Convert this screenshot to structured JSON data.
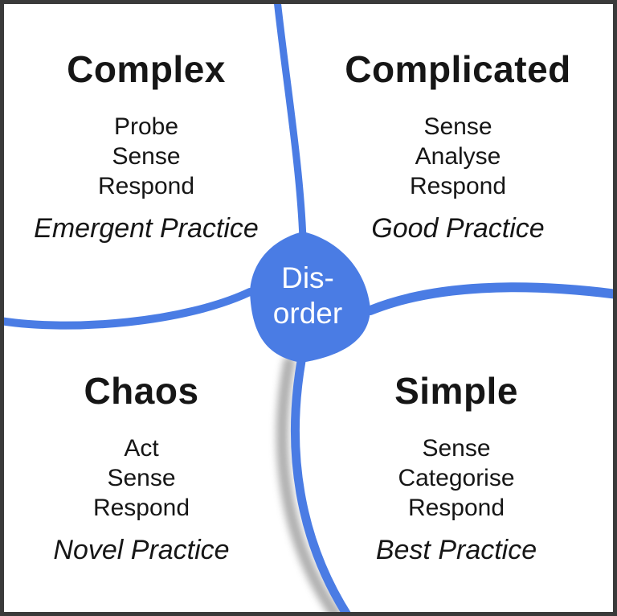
{
  "quadrants": [
    {
      "id": "complex",
      "title": "Complex",
      "steps": [
        "Probe",
        "Sense",
        "Respond"
      ],
      "practice": "Emergent Practice"
    },
    {
      "id": "complicated",
      "title": "Complicated",
      "steps": [
        "Sense",
        "Analyse",
        "Respond"
      ],
      "practice": "Good Practice"
    },
    {
      "id": "chaos",
      "title": "Chaos",
      "steps": [
        "Act",
        "Sense",
        "Respond"
      ],
      "practice": "Novel Practice"
    },
    {
      "id": "simple",
      "title": "Simple",
      "steps": [
        "Sense",
        "Categorise",
        "Respond"
      ],
      "practice": "Best Practice"
    }
  ],
  "center": {
    "line1": "Dis-",
    "line2": "order"
  },
  "colors": {
    "divider": "#4a7ce4",
    "background": "#ffffff",
    "border": "#3a3a3a",
    "shadow": "#9b9b9b",
    "text": "#161616",
    "center_label": "#ffffff"
  }
}
